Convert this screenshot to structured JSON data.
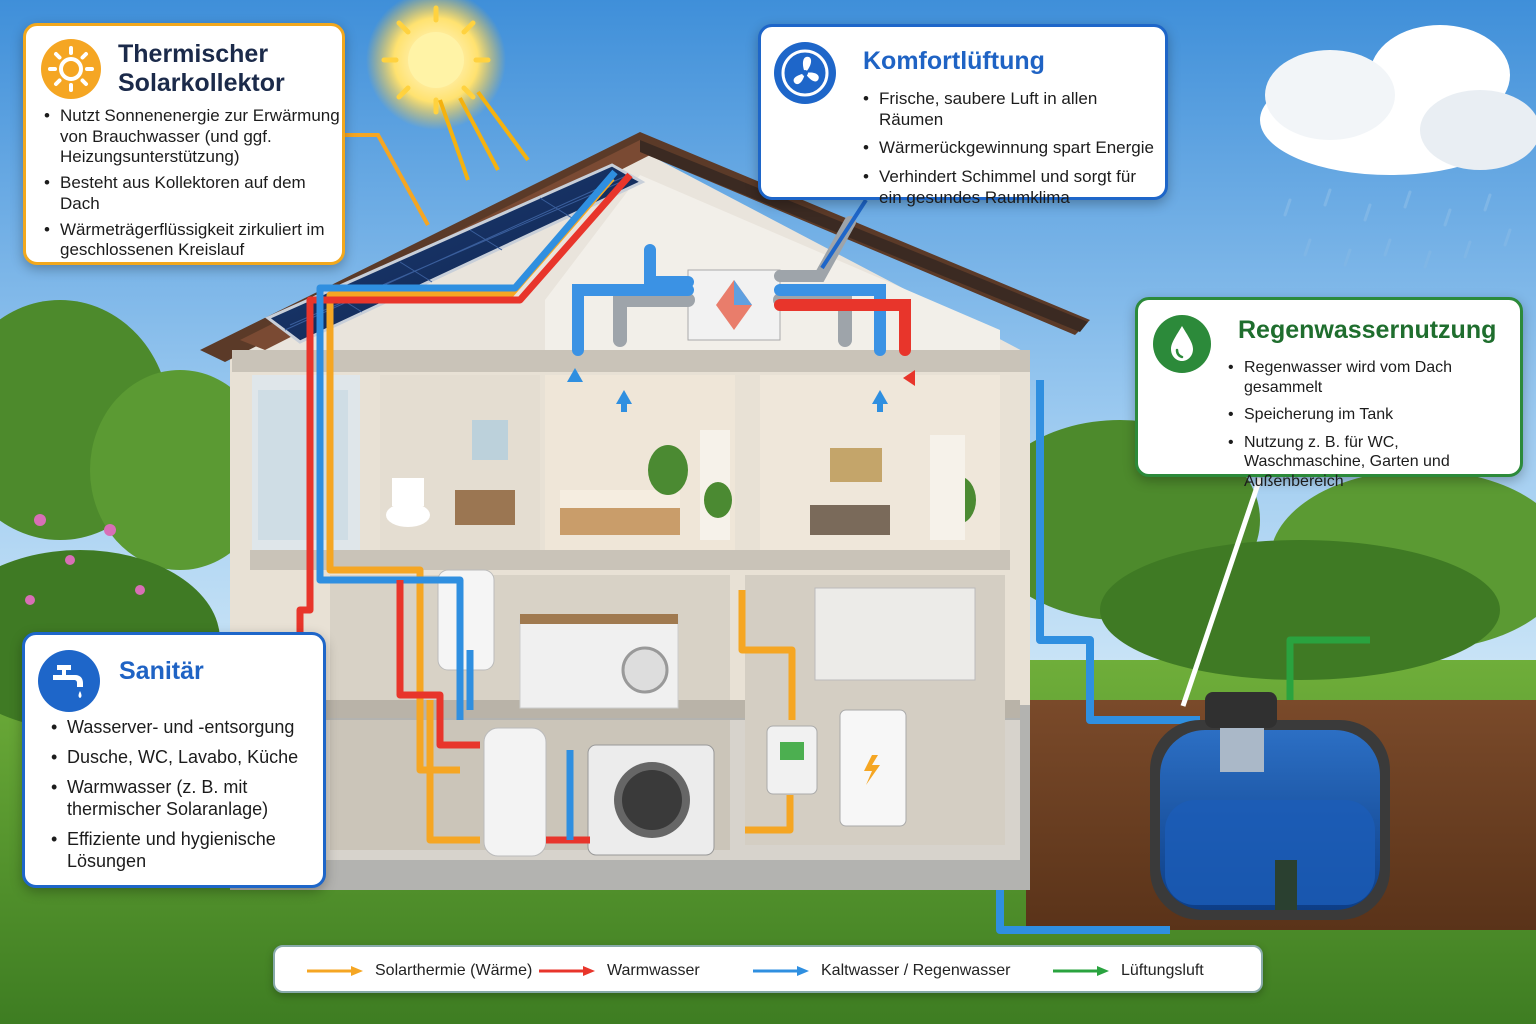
{
  "boxes": {
    "solar": {
      "title_line1": "Thermischer",
      "title_line2": "Solarkollektor",
      "icon": "sun-icon",
      "items": [
        "Nutzt Sonnenenergie zur Erwärmung von Brauchwasser (und ggf. Heizungsunterstützung)",
        "Besteht aus Kollektoren auf dem Dach",
        "Wärmeträgerflüssigkeit zirkuliert im geschlossenen Kreislauf"
      ]
    },
    "vent": {
      "title": "Komfortlüftung",
      "icon": "fan-icon",
      "items": [
        "Frische, saubere Luft in allen Räumen",
        "Wärmerückgewinnung spart Energie",
        "Verhindert Schimmel und sorgt für ein gesundes Raumklima"
      ]
    },
    "rain": {
      "title": "Regenwassernutzung",
      "icon": "water-drop-icon",
      "items": [
        "Regenwasser wird vom Dach gesammelt",
        "Speicherung im Tank",
        "Nutzung z. B. für WC, Waschmaschine, Garten und Außenbereich"
      ]
    },
    "san": {
      "title": "Sanitär",
      "icon": "faucet-icon",
      "items": [
        "Wasserver- und -entsorgung",
        "Dusche, WC, Lavabo, Küche",
        "Warmwasser (z. B. mit thermischer Solaranlage)",
        "Effiziente und hygienische Lösungen"
      ]
    }
  },
  "legend": [
    {
      "label": "Solarthermie (Wärme)",
      "color": "#f5a623"
    },
    {
      "label": "Warmwasser",
      "color": "#e8352b"
    },
    {
      "label": "Kaltwasser / Regenwasser",
      "color": "#2f8fe0"
    },
    {
      "label": "Lüftungsluft",
      "color": "#2aa33f"
    }
  ],
  "colors": {
    "solar": "#f5a623",
    "hot_water": "#e8352b",
    "cold_water": "#2f8fe0",
    "ventilation": "#2aa33f"
  }
}
